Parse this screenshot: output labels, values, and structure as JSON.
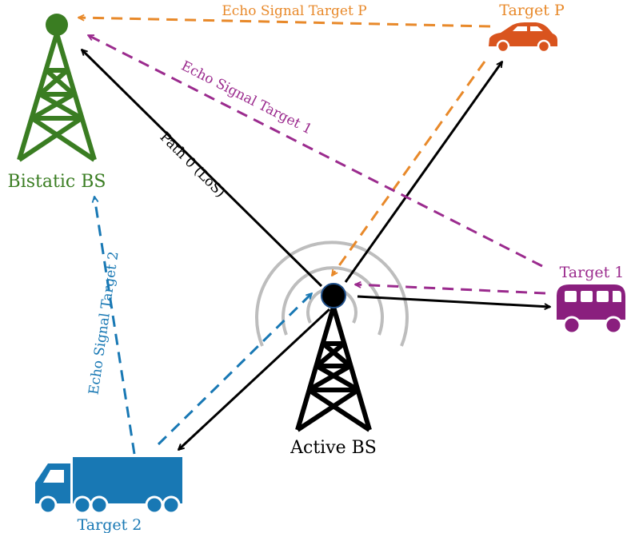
{
  "colors": {
    "green": "#3a7d22",
    "orange": "#e8892a",
    "carOrange": "#d9541e",
    "purple": "#9b2b8e",
    "busPurple": "#8a1f7e",
    "blue": "#1878b4",
    "black": "#000000",
    "gray": "#bdbdbd"
  },
  "nodes": {
    "bistatic_bs": {
      "label": "Bistatic BS",
      "icon": "tower-icon"
    },
    "active_bs": {
      "label": "Active BS",
      "icon": "tower-icon"
    },
    "target_p": {
      "label": "Target P",
      "icon": "car-icon"
    },
    "target_1": {
      "label": "Target 1",
      "icon": "bus-icon"
    },
    "target_2": {
      "label": "Target 2",
      "icon": "truck-icon"
    }
  },
  "edges": {
    "los": {
      "label": "Path 0 (LoS)"
    },
    "echo_p": {
      "label": "Echo Signal Target P"
    },
    "echo_1": {
      "label": "Echo Signal Target 1"
    },
    "echo_2": {
      "label": "Echo Signal Target 2"
    }
  }
}
